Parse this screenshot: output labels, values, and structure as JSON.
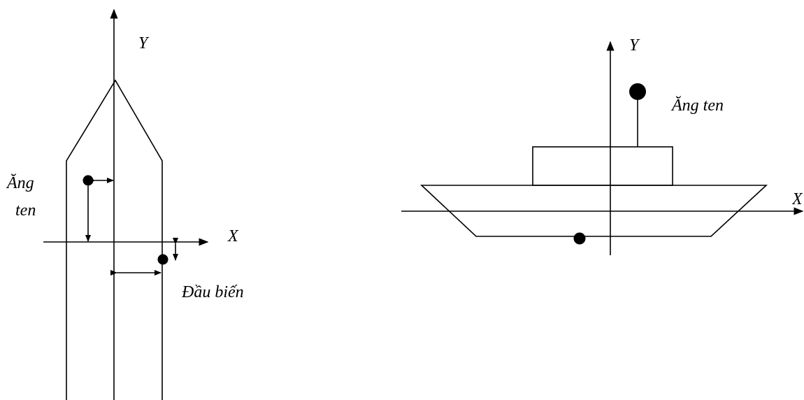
{
  "colors": {
    "stroke": "#000000",
    "background": "#ffffff"
  },
  "top_view": {
    "axis_y_label": "Y",
    "axis_x_label": "X",
    "antenna_label_line1": "Ăng",
    "antenna_label_line2": "ten",
    "transducer_label": "Đầu biến"
  },
  "side_view": {
    "axis_y_label": "Y",
    "axis_x_label": "X",
    "antenna_label": "Ăng ten"
  }
}
